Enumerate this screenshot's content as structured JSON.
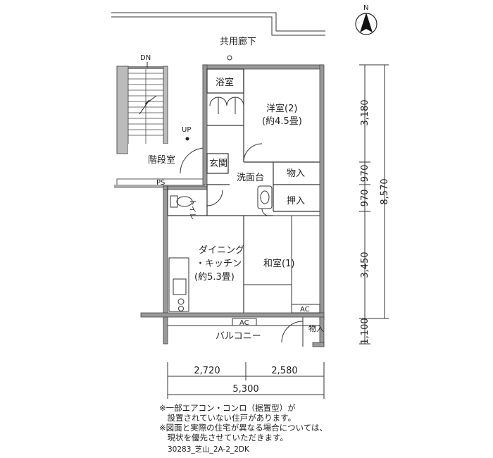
{
  "compass": {
    "north": "N"
  },
  "corridor": "共用廊下",
  "stairs": {
    "down": "DN",
    "up": "UP",
    "room": "階段室",
    "ps": "PS"
  },
  "rooms": {
    "bath": "浴室",
    "western_line1": "洋室(2)",
    "western_line2": "(約4.5畳)",
    "entrance": "玄関",
    "washroom": "洗面台",
    "storage_upper": "物入",
    "oshiire": "押入",
    "toilet": "トイレ",
    "dining_line1": "ダイニング",
    "dining_line2": "・キッチン",
    "dining_line3": "(約5.3畳)",
    "japanese": "和室(1)",
    "ac_room": "AC",
    "ac_balcony": "AC",
    "balcony": "バルコニー",
    "storage_balcony": "物入"
  },
  "dimensions": {
    "vertical": [
      "3,180",
      "970",
      "970",
      "3,450",
      "1,100"
    ],
    "vertical_total": "8,570",
    "horizontal": [
      "2,720",
      "2,580"
    ],
    "horizontal_total": "5,300"
  },
  "notes": [
    "※一部エアコン・コンロ（据置型）が",
    "　設置されていない住戸があります。",
    "※図面と実際の住宅が異なる場合については、",
    "　現状を優先させていただきます。"
  ],
  "code": "30283_芝山_2A-2_2DK"
}
